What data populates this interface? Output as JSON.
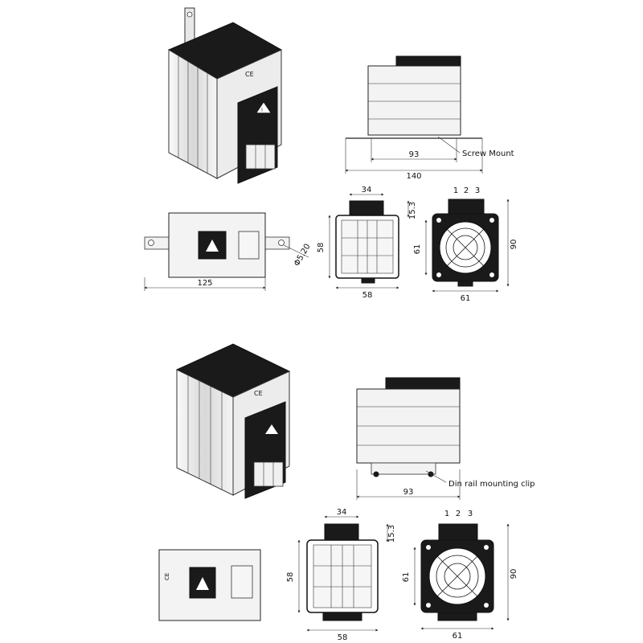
{
  "sections": [
    {
      "side_view": {
        "callout": "Screw Mount",
        "dim_inner": "93",
        "dim_outer": "140"
      },
      "mount_view": {
        "dim_length": "125",
        "dim_hole": "Φ5.20"
      },
      "front_view": {
        "dim_top": "34",
        "dim_side": "15.3",
        "dim_height": "58",
        "dim_width": "58"
      },
      "rear_view": {
        "terminals": [
          "1",
          "2",
          "3"
        ],
        "dim_fan": "61",
        "dim_height": "90",
        "dim_width": "61"
      }
    },
    {
      "side_view": {
        "callout": "Din rail mounting clip",
        "dim_inner": "93"
      },
      "front_view": {
        "dim_top": "34",
        "dim_side": "15.3",
        "dim_height": "58",
        "dim_width": "58"
      },
      "rear_view": {
        "terminals": [
          "1",
          "2",
          "3"
        ],
        "dim_fan": "61",
        "dim_height": "90",
        "dim_width": "61"
      }
    }
  ]
}
